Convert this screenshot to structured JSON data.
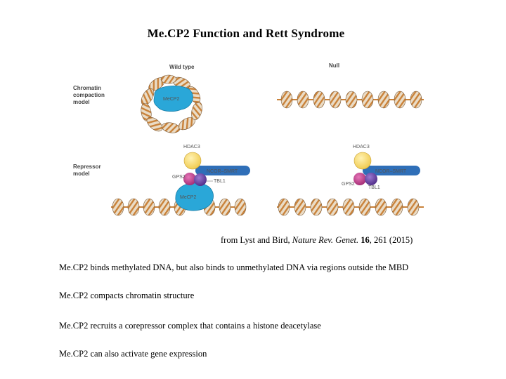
{
  "title": "Me.CP2 Function and Rett Syndrome",
  "figure": {
    "header_wild_type": "Wild type",
    "header_null": "Null",
    "row_chromatin": [
      "Chromatin",
      "compaction",
      "model"
    ],
    "row_repressor": [
      "Repressor",
      "model"
    ],
    "labels": {
      "mecp2_top": "MeCP2",
      "hdac3_left": "HDAC3",
      "hdac3_right": "HDAC3",
      "ncor_left": "NCOR–SMRT",
      "ncor_right": "NCOR–SMRT",
      "gps2_left": "GPS2",
      "gps2_right": "GPS2",
      "tbl1_left": "TBL1",
      "tbl1_right": "TBL1",
      "mecp2_bottom": "MeCP2"
    },
    "colors": {
      "mecp2": "#2aa7d8",
      "hdac3": "#f5d66b",
      "ncor": "#2f6fb8",
      "gps2": "#c23b8a",
      "tbl1": "#6a3fa3",
      "nucleosome": "#eadcc6",
      "dna_stripe": "#c9823a"
    }
  },
  "caption": {
    "pre": "from Lyst and Bird, ",
    "journal": "Nature Rev. Genet.",
    "volume": "16",
    "post": ", 261 (2015)"
  },
  "bullets": [
    "Me.CP2 binds methylated DNA, but also binds to unmethylated DNA via regions outside the MBD",
    "Me.CP2 compacts chromatin structure",
    "Me.CP2 recruits a corepressor complex that contains a histone deacetylase",
    "Me.CP2 can also activate gene expression"
  ]
}
